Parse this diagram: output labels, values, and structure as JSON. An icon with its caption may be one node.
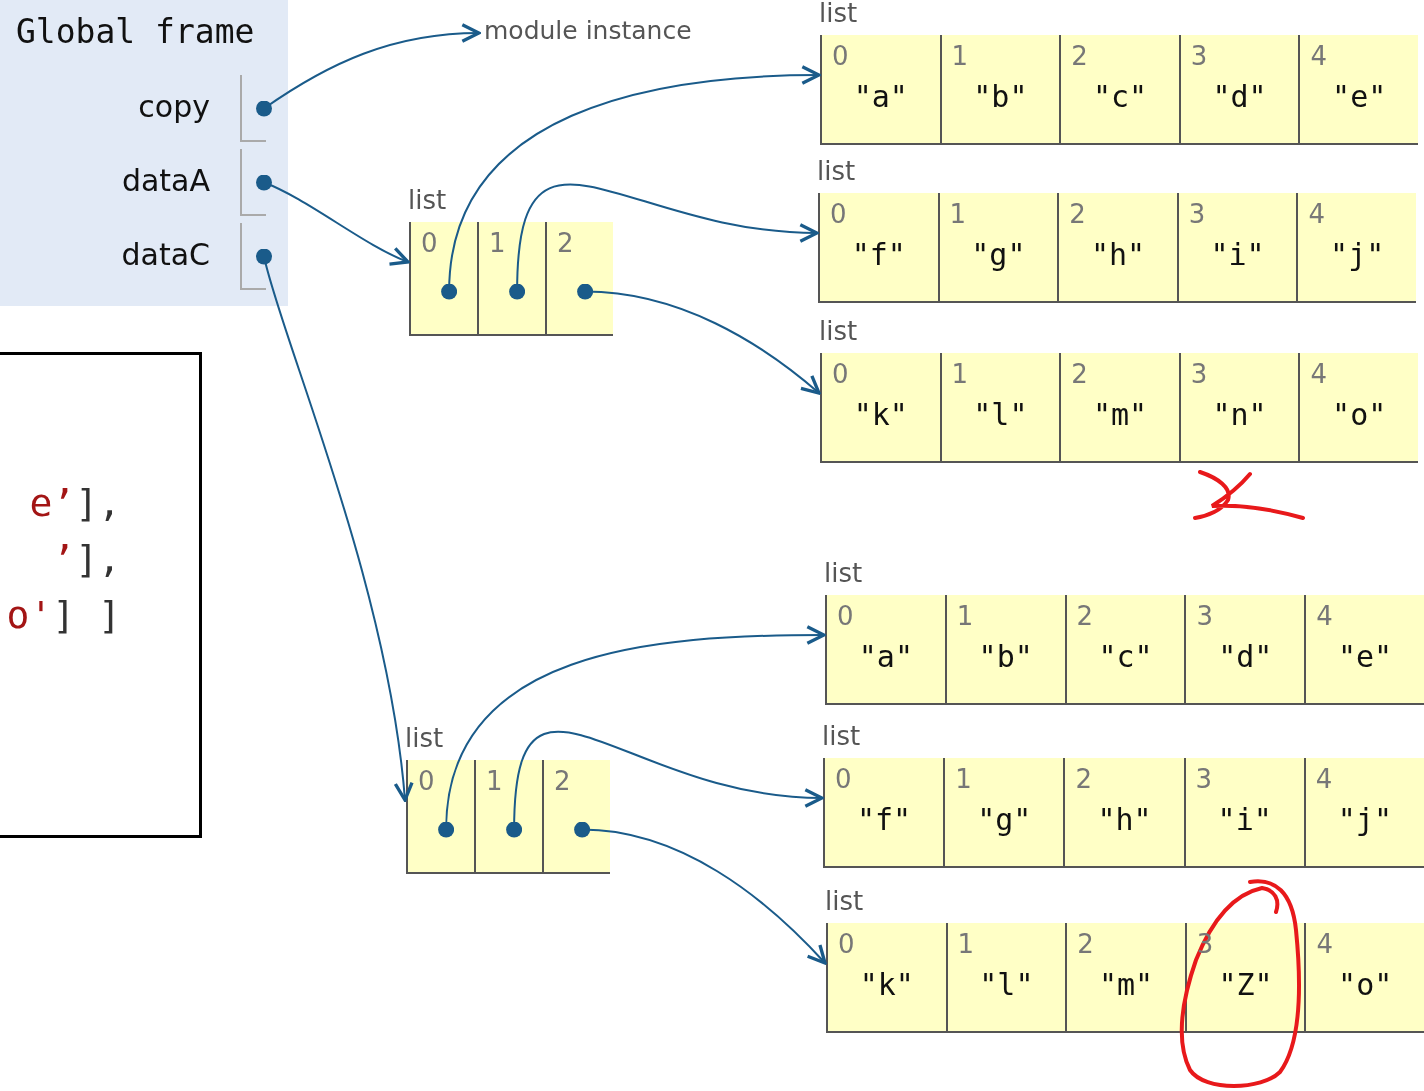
{
  "diagram": {
    "nodes": [
      {
        "text": [
          "Global frame"
        ]
      },
      {
        "text": [
          "copy"
        ],
        "in": 0
      },
      {
        "text": [
          "dataA"
        ],
        "in": 0
      },
      {
        "text": [
          "dataC"
        ],
        "in": 0
      },
      {
        "text": [
          "module instance"
        ]
      },
      {
        "text": [
          "list"
        ]
      },
      {
        "text": [
          "0"
        ],
        "in": 5
      },
      {
        "text": [
          "1"
        ],
        "in": 5
      },
      {
        "text": [
          "2"
        ],
        "in": 5
      },
      {
        "text": [
          "list"
        ]
      },
      {
        "text": [
          "0"
        ],
        "in": 9
      },
      {
        "text": [
          "1"
        ],
        "in": 9
      },
      {
        "text": [
          "2"
        ],
        "in": 9
      },
      {
        "text": [
          "list"
        ]
      },
      {
        "text": [
          "0",
          "\"a\""
        ],
        "in": 13
      },
      {
        "text": [
          "1",
          "\"b\""
        ],
        "in": 13
      },
      {
        "text": [
          "2",
          "\"c\""
        ],
        "in": 13
      },
      {
        "text": [
          "3",
          "\"d\""
        ],
        "in": 13
      },
      {
        "text": [
          "4",
          "\"e\""
        ],
        "in": 13
      },
      {
        "text": [
          "list"
        ]
      },
      {
        "text": [
          "0",
          "\"f\""
        ],
        "in": 19
      },
      {
        "text": [
          "1",
          "\"g\""
        ],
        "in": 19
      },
      {
        "text": [
          "2",
          "\"h\""
        ],
        "in": 19
      },
      {
        "text": [
          "3",
          "\"i\""
        ],
        "in": 19
      },
      {
        "text": [
          "4",
          "\"j\""
        ],
        "in": 19
      },
      {
        "text": [
          "list"
        ]
      },
      {
        "text": [
          "0",
          "\"k\""
        ],
        "in": 25
      },
      {
        "text": [
          "1",
          "\"l\""
        ],
        "in": 25
      },
      {
        "text": [
          "2",
          "\"m\""
        ],
        "in": 25
      },
      {
        "text": [
          "3",
          "\"n\""
        ],
        "in": 25
      },
      {
        "text": [
          "4",
          "\"o\""
        ],
        "in": 25
      },
      {
        "text": [
          "list"
        ]
      },
      {
        "text": [
          "0",
          "\"a\""
        ],
        "in": 31
      },
      {
        "text": [
          "1",
          "\"b\""
        ],
        "in": 31
      },
      {
        "text": [
          "2",
          "\"c\""
        ],
        "in": 31
      },
      {
        "text": [
          "3",
          "\"d\""
        ],
        "in": 31
      },
      {
        "text": [
          "4",
          "\"e\""
        ],
        "in": 31
      },
      {
        "text": [
          "list"
        ]
      },
      {
        "text": [
          "0",
          "\"f\""
        ],
        "in": 37
      },
      {
        "text": [
          "1",
          "\"g\""
        ],
        "in": 37
      },
      {
        "text": [
          "2",
          "\"h\""
        ],
        "in": 37
      },
      {
        "text": [
          "3",
          "\"i\""
        ],
        "in": 37
      },
      {
        "text": [
          "4",
          "\"j\""
        ],
        "in": 37
      },
      {
        "text": [
          "list"
        ]
      },
      {
        "text": [
          "0",
          "\"k\""
        ],
        "in": 43
      },
      {
        "text": [
          "1",
          "\"l\""
        ],
        "in": 43
      },
      {
        "text": [
          "2",
          "\"m\""
        ],
        "in": 43
      },
      {
        "text": [
          "3",
          "\"Z\""
        ],
        "in": 43
      },
      {
        "text": [
          "4",
          "\"o\""
        ],
        "in": 43
      },
      {
        "text": [
          "e’",
          "],",
          "’",
          "],",
          "o'",
          "] ]"
        ]
      }
    ],
    "edges": [
      {
        "from": 1,
        "to": 4,
        "arrow": "to"
      },
      {
        "from": 2,
        "to": 5,
        "arrow": "to"
      },
      {
        "from": 3,
        "to": 9,
        "arrow": "to"
      },
      {
        "from": 6,
        "to": 13,
        "arrow": "to"
      },
      {
        "from": 7,
        "to": 19,
        "arrow": "to"
      },
      {
        "from": 8,
        "to": 25,
        "arrow": "to"
      },
      {
        "from": 10,
        "to": 31,
        "arrow": "to"
      },
      {
        "from": 11,
        "to": 37,
        "arrow": "to"
      },
      {
        "from": 12,
        "to": 43,
        "arrow": "to"
      }
    ]
  }
}
